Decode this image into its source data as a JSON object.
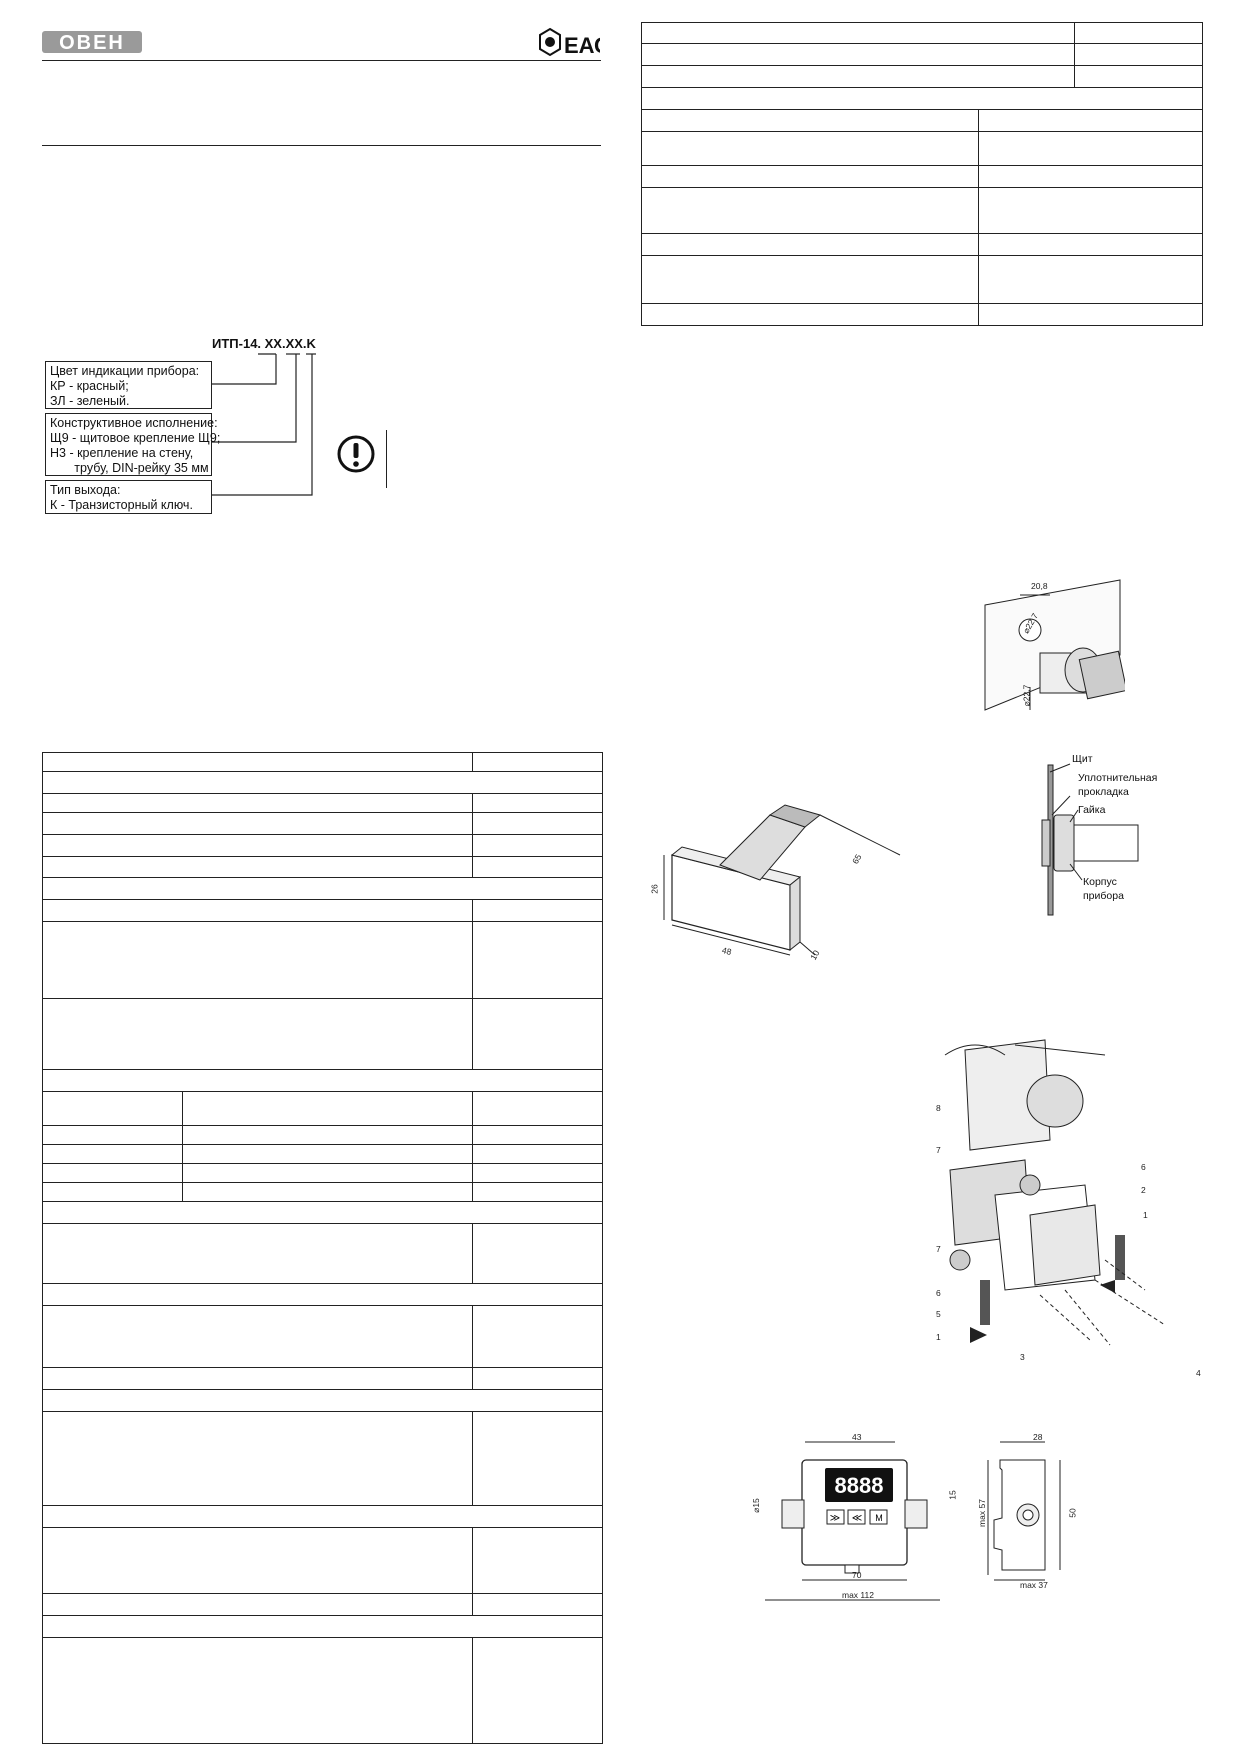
{
  "header": {
    "logo_text": "ОВЕН",
    "cert_mark": "ЕАС"
  },
  "model_code": {
    "code": "ИТП-14. XX.XX.K",
    "option_color": "Цвет индикации прибора:\nКР - красный;\nЗЛ - зеленый.",
    "option_mount": "Конструктивное исполнение:\nЩ9 - щитовое крепление Щ9;\nН3 - крепление на стену,\n       трубу, DIN-рейку 35 мм",
    "option_output": "Тип выхода:\nК - Транзисторный ключ."
  },
  "warning_icon": "exclamation-circle-icon",
  "panel_drawing": {
    "dim_width": "20,8",
    "dim_diameter": "⌀22,7",
    "dim_side": "⌀22,7",
    "label_panel": "Щит",
    "label_gasket_1": "Уплотнительная",
    "label_gasket_2": "прокладка",
    "label_nut": "Гайка",
    "label_body_1": "Корпус",
    "label_body_2": "прибора"
  },
  "device_drawing": {
    "dim_height": "26",
    "dim_width": "48",
    "dim_depth": "65",
    "dim_front": "10"
  },
  "exploded_drawing": {
    "callouts": [
      "8",
      "7",
      "6",
      "2",
      "1",
      "7",
      "6",
      "5",
      "1",
      "3",
      "4"
    ]
  },
  "front_drawing": {
    "display": "8888",
    "button_m": "M",
    "dim_top": "43",
    "dim_right": "15",
    "dim_left": "⌀15",
    "dim_width": "70",
    "dim_overall": "max 112",
    "side_top": "28",
    "side_height": "50",
    "side_max_h": "max 57",
    "side_max_w": "max 37"
  }
}
